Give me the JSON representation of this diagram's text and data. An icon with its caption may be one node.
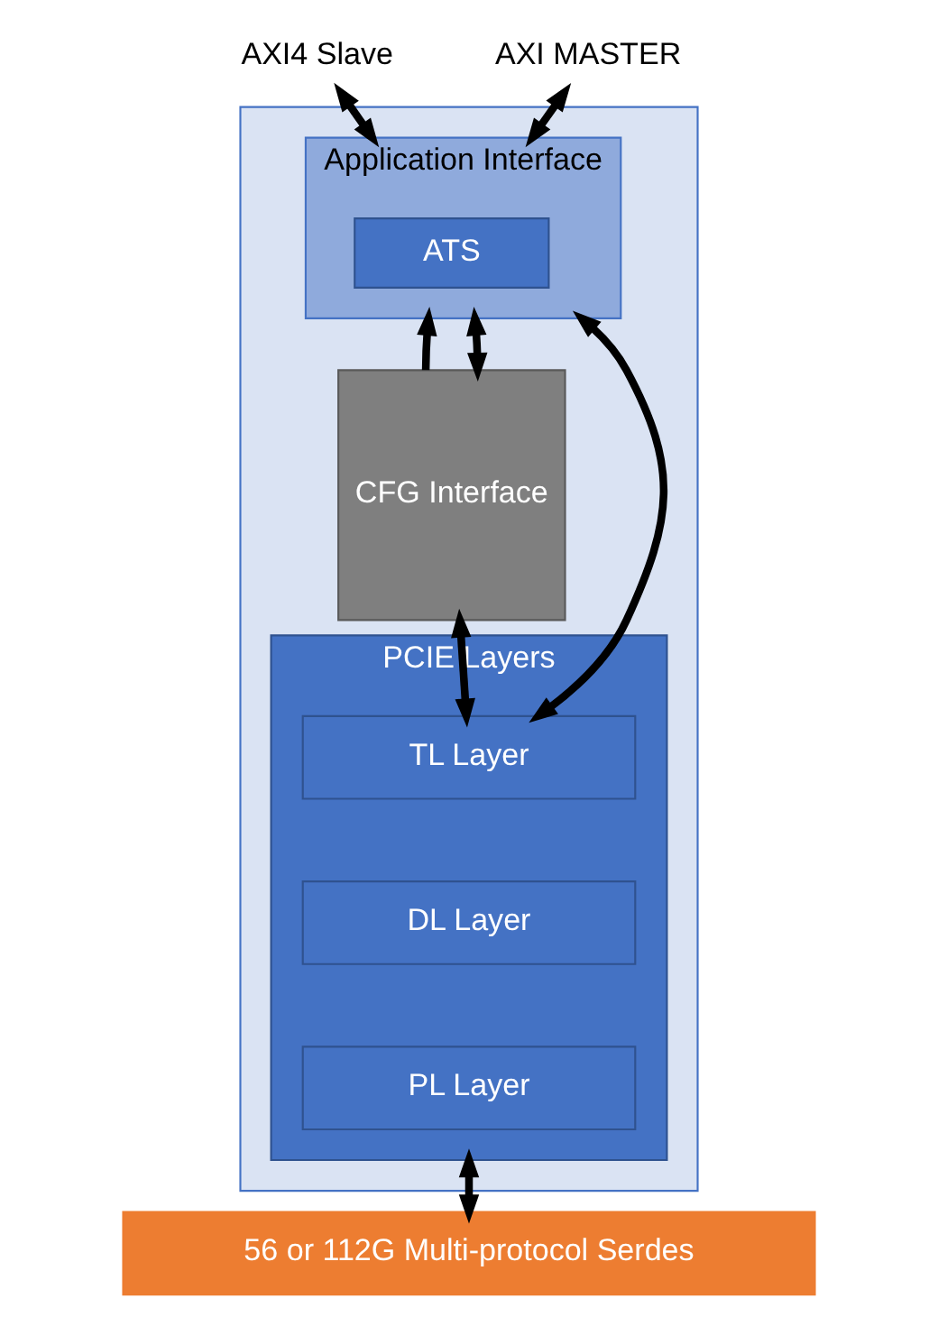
{
  "diagram": {
    "nodes": [
      {
        "text": [],
        "shape": "box"
      },
      {
        "text": [
          "AXI4 Slave"
        ]
      },
      {
        "text": [
          "AXI MASTER"
        ]
      },
      {
        "text": [
          "Application Interface"
        ],
        "in": 0
      },
      {
        "text": [
          "ATS"
        ],
        "in": 3
      },
      {
        "text": [
          "CFG Interface"
        ],
        "in": 0
      },
      {
        "text": [
          "PCIE Layers"
        ],
        "in": 0
      },
      {
        "text": [
          "TL Layer"
        ],
        "in": 6
      },
      {
        "text": [
          "DL Layer"
        ],
        "in": 6
      },
      {
        "text": [
          "PL Layer"
        ],
        "in": 6
      },
      {
        "text": [
          "56 or 112G Multi-protocol Serdes"
        ]
      }
    ],
    "edges": [
      {
        "from": 1,
        "to": 3,
        "arrow": "both"
      },
      {
        "from": 2,
        "to": 3,
        "arrow": "both"
      },
      {
        "from": 5,
        "to": 3,
        "arrow": "to"
      },
      {
        "from": 3,
        "to": 5,
        "arrow": "both"
      },
      {
        "from": 3,
        "to": 7,
        "arrow": "both"
      },
      {
        "from": 5,
        "to": 7,
        "arrow": "both"
      },
      {
        "from": 6,
        "to": 10,
        "arrow": "both"
      }
    ]
  }
}
